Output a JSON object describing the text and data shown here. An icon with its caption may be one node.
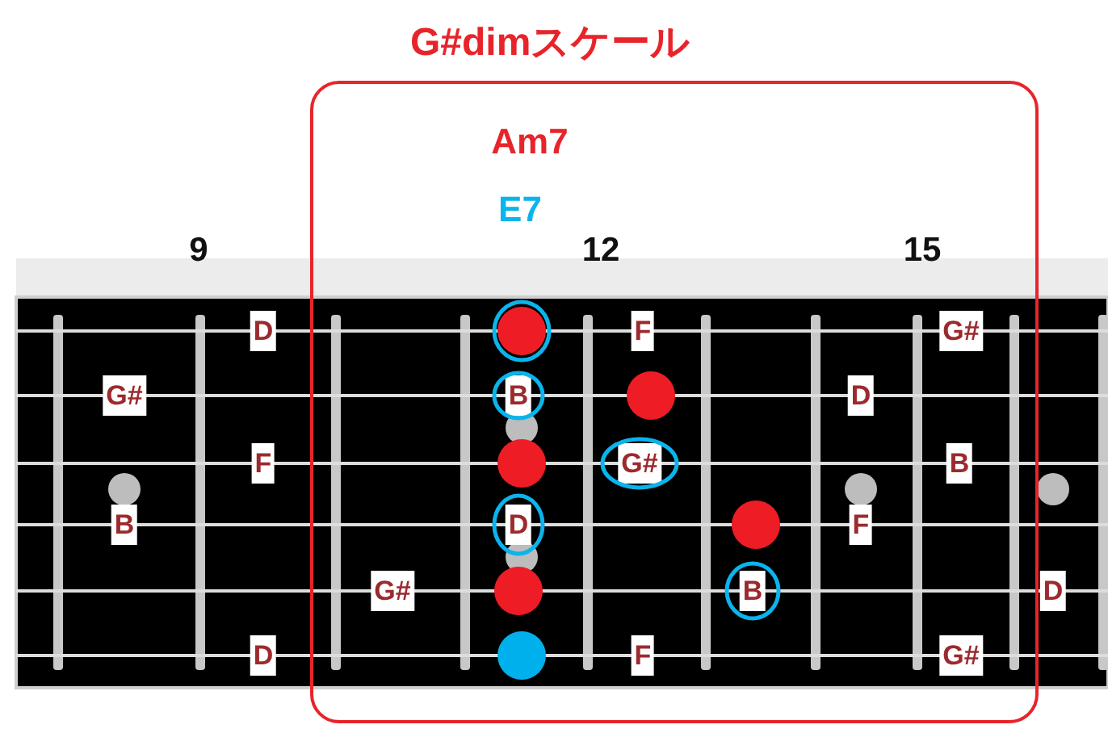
{
  "diagram": {
    "nodes": [
      {
        "text": [
          "G#dimスケール"
        ]
      }
    ],
    "labels": [
      "Am7",
      "E7",
      "9",
      "12",
      "15",
      "D",
      "F",
      "G#",
      "G#",
      "B",
      "D",
      "F",
      "G#",
      "B",
      "B",
      "D",
      "F",
      "G#",
      "B",
      "D",
      "D",
      "F",
      "G#"
    ]
  }
}
